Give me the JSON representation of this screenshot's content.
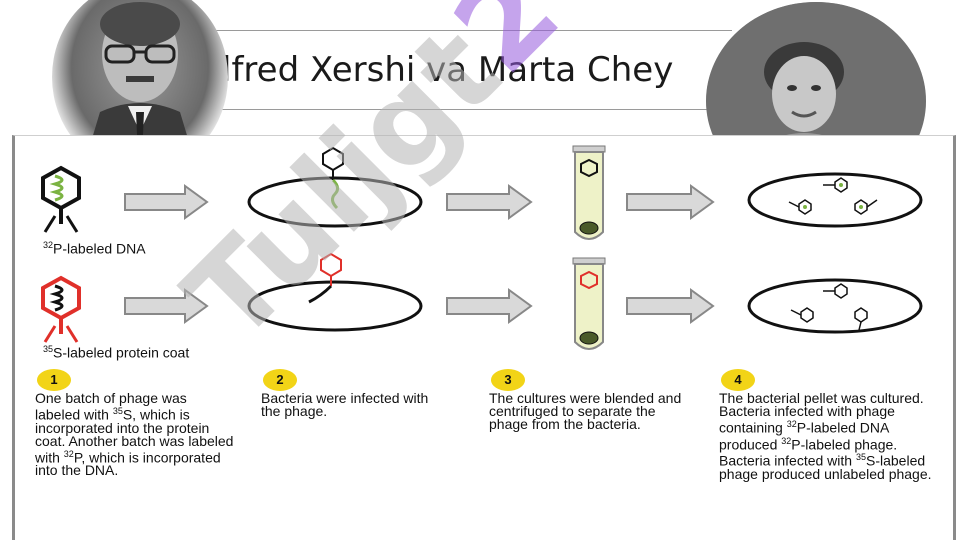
{
  "slide": {
    "title": "lfred Xershi va Marta Chey"
  },
  "diagram": {
    "row1_label": {
      "isotope": "32",
      "text": "P-labeled DNA"
    },
    "row2_label": {
      "isotope": "35",
      "text": "S-labeled protein coat"
    },
    "steps": [
      {
        "num": "1"
      },
      {
        "num": "2",
        "text": "Bacteria were infected with the phage."
      },
      {
        "num": "3",
        "text": "The cultures were blended and centrifuged to separate the phage from the bacteria."
      },
      {
        "num": "4"
      }
    ],
    "step1": {
      "a": "One batch of phage was labeled with",
      "iso1": "35",
      "b": "S, which is incorporated into the protein coat. Another batch was labeled with",
      "iso2": "32",
      "c": "P, which is incorporated into the DNA."
    },
    "step4": {
      "a": "The bacterial pellet was cultured. Bacteria infected with phage containing",
      "iso1": "32",
      "b": "P-labeled DNA produced",
      "iso2": "32",
      "c": "P-labeled phage. Bacteria infected with",
      "iso3": "35",
      "d": "S-labeled phage produced unlabeled phage."
    }
  },
  "watermark": {
    "prefix": "Tuljgt",
    "number": "2"
  },
  "colors": {
    "dna_green": "#7bb342",
    "protein_red": "#e0302a",
    "step_yellow": "#f2d417",
    "watermark_purple": "#9a5ad6"
  }
}
